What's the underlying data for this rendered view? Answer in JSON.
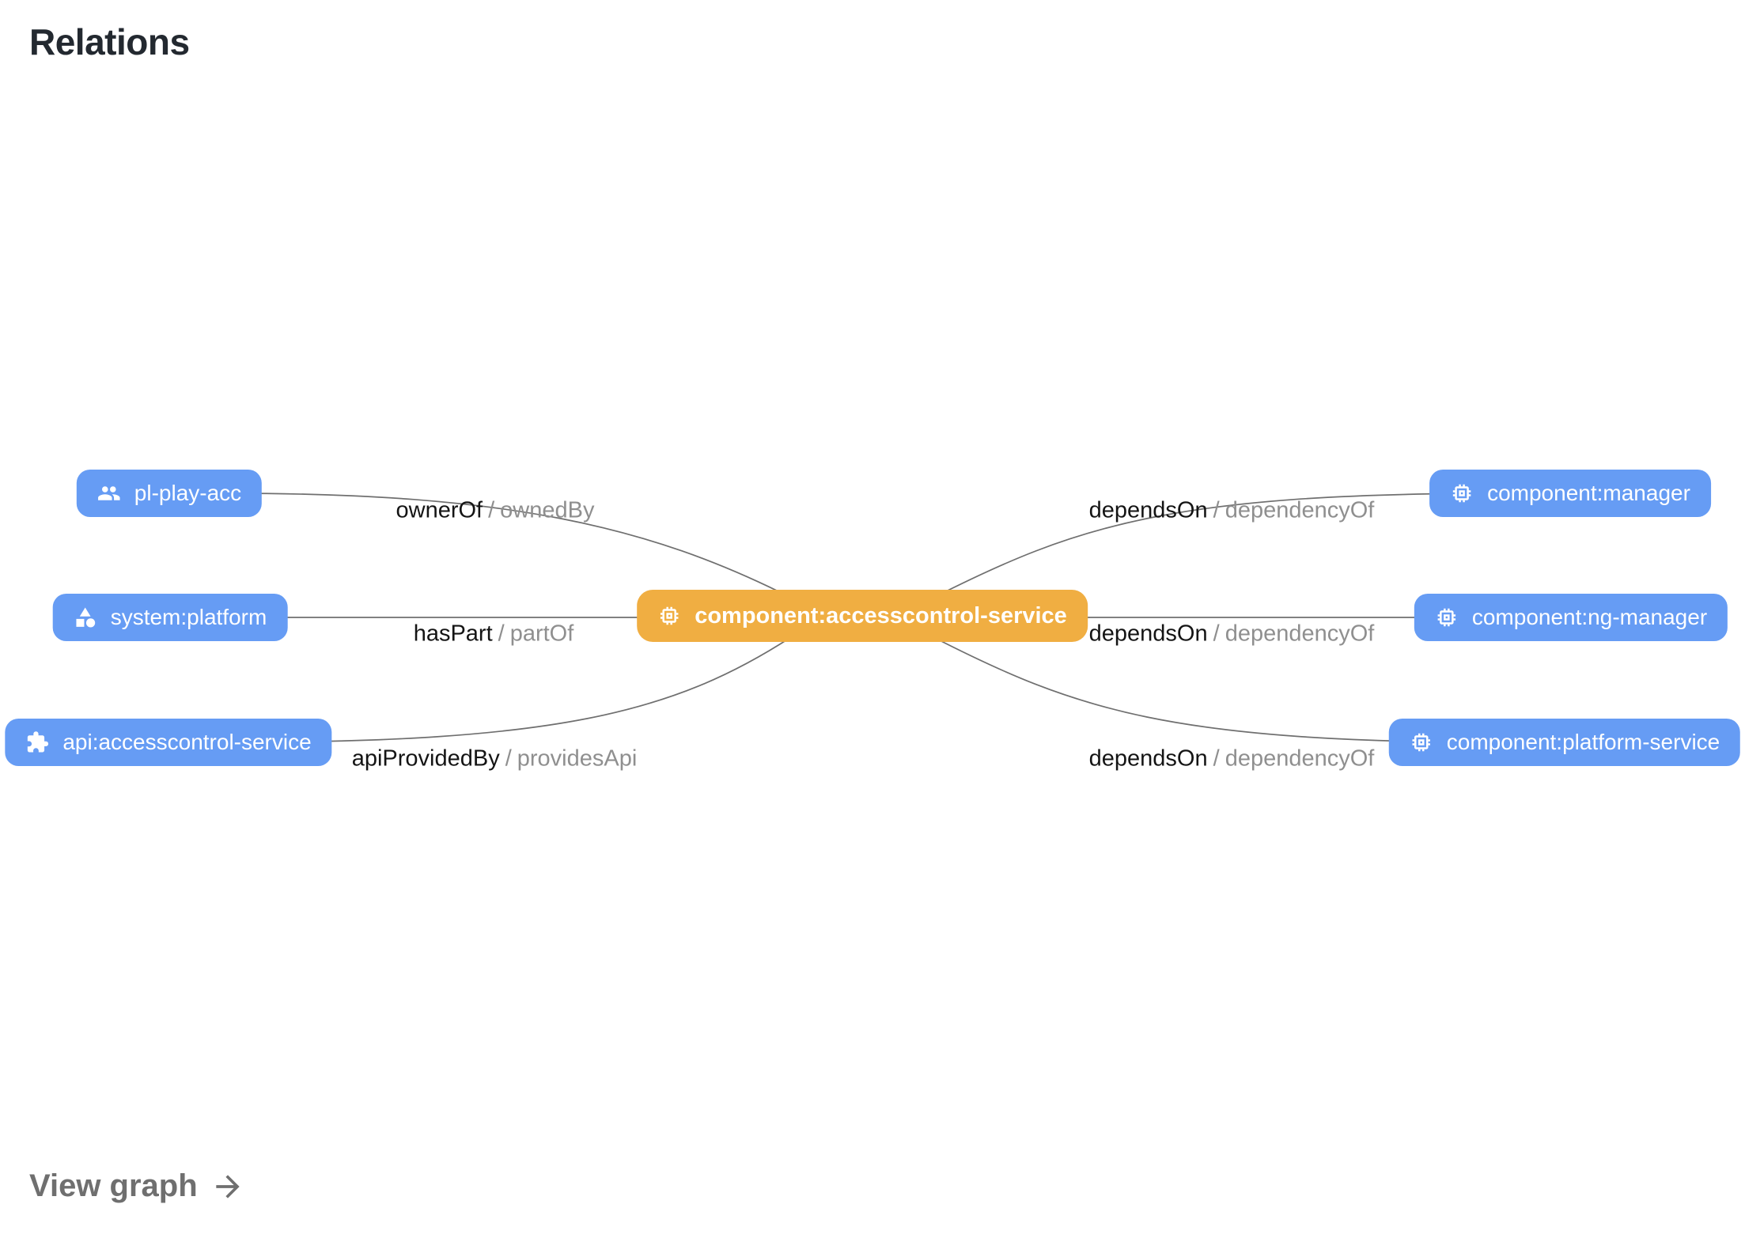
{
  "title": "Relations",
  "footer": {
    "link_label": "View graph",
    "arrow_icon": "arrow-right-icon"
  },
  "colors": {
    "node_blue": "#669CF4",
    "node_focus_orange": "#F0AE42",
    "edge_line_gray": "#6f6f6f",
    "edge_label_primary": "#141414",
    "edge_label_secondary": "#8f8f8f",
    "title_text": "#232930",
    "link_text": "#6f6f6f",
    "node_text": "#ffffff",
    "background": "#ffffff"
  },
  "diagram": {
    "focus_node": {
      "label": "component:accesscontrol-service",
      "icon": "memory-chip-icon"
    },
    "left_nodes": [
      {
        "label": "pl-play-acc",
        "icon": "group-people-icon"
      },
      {
        "label": "system:platform",
        "icon": "category-shapes-icon"
      },
      {
        "label": "api:accesscontrol-service",
        "icon": "extension-puzzle-icon"
      }
    ],
    "right_nodes": [
      {
        "label": "component:manager",
        "icon": "memory-chip-icon"
      },
      {
        "label": "component:ng-manager",
        "icon": "memory-chip-icon"
      },
      {
        "label": "component:platform-service",
        "icon": "memory-chip-icon"
      }
    ],
    "edge_labels_left": [
      {
        "primary": "ownerOf",
        "secondary": "ownedBy"
      },
      {
        "primary": "hasPart",
        "secondary": "partOf"
      },
      {
        "primary": "apiProvidedBy",
        "secondary": "providesApi"
      }
    ],
    "edge_labels_right": [
      {
        "primary": "dependsOn",
        "secondary": "dependencyOf"
      },
      {
        "primary": "dependsOn",
        "secondary": "dependencyOf"
      },
      {
        "primary": "dependsOn",
        "secondary": "dependencyOf"
      }
    ],
    "edge_label_separator": "/"
  }
}
